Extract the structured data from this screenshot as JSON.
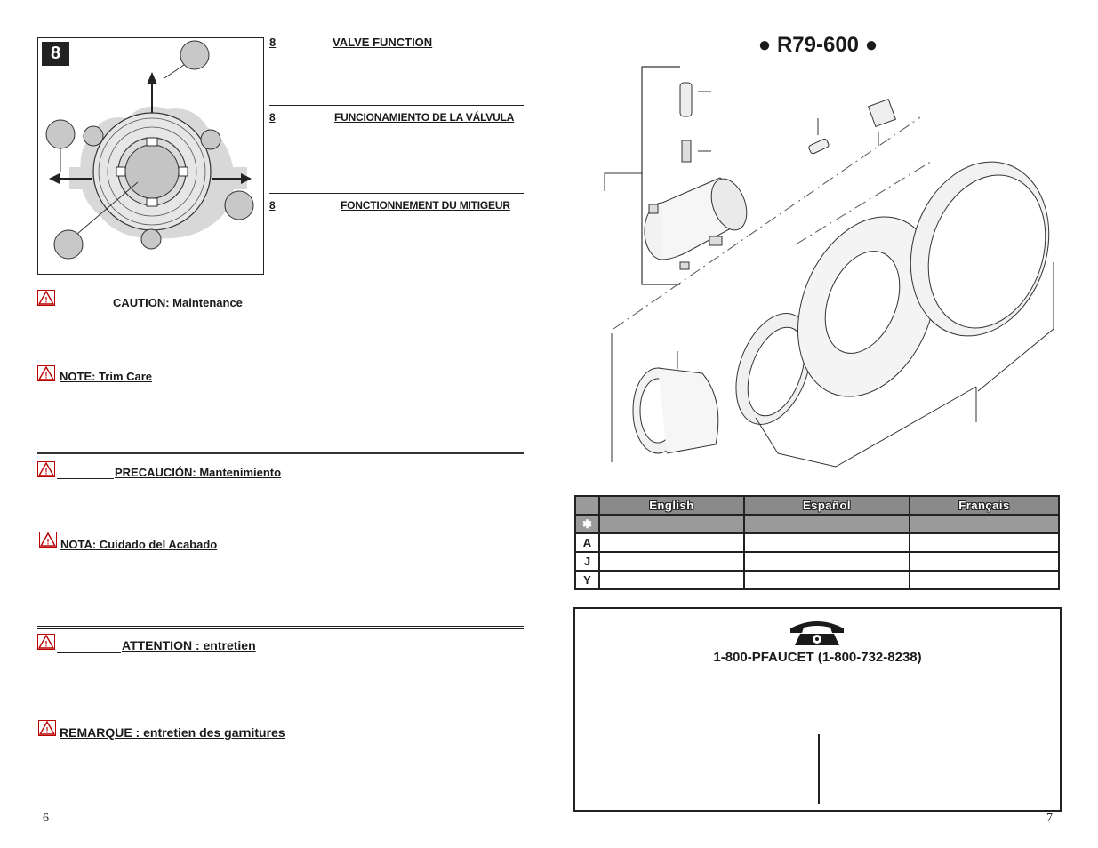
{
  "left_page": {
    "figure_number": "8",
    "page_number": "6",
    "valve_function": {
      "num": "8",
      "title": "VALVE FUNCTION"
    },
    "funcionamiento": {
      "num": "8",
      "title": "FUNCIONAMIENTO DE LA VÁLVULA"
    },
    "fonctionnement": {
      "num": "8",
      "title": "FONCTIONNEMENT DU MITIGEUR"
    },
    "caution_en": "CAUTION:  Maintenance",
    "note_en": "NOTE:  Trim Care",
    "caution_es": "PRECAUCIÓN: Mantenimiento",
    "note_es": "NOTA: Cuidado del Acabado",
    "caution_fr": "ATTENTION : entretien",
    "note_fr": "REMARQUE : entretien des garnitures"
  },
  "right_page": {
    "model": "● R79-600 ●",
    "page_number": "7",
    "table": {
      "headers": [
        "English",
        "Español",
        "Français"
      ],
      "rows": [
        {
          "key": "✱",
          "cells": [
            "",
            "",
            ""
          ]
        },
        {
          "key": "A",
          "cells": [
            "",
            "",
            ""
          ]
        },
        {
          "key": "J",
          "cells": [
            "",
            "",
            ""
          ]
        },
        {
          "key": "Y",
          "cells": [
            "",
            "",
            ""
          ]
        }
      ]
    },
    "phone": "1-800-PFAUCET (1-800-732-8238)"
  }
}
